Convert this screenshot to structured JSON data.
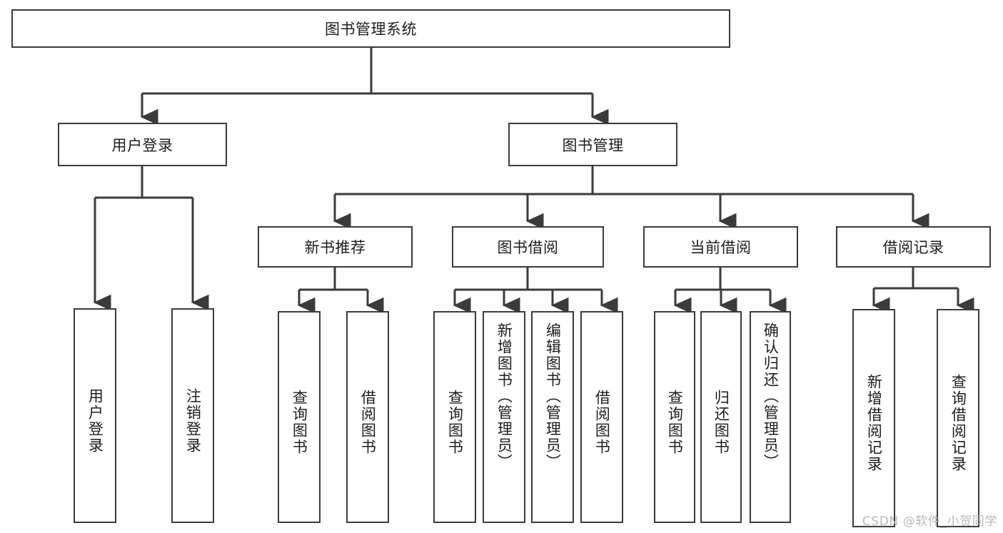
{
  "diagram": {
    "title": "图书管理系统",
    "type": "tree-hierarchy-diagram",
    "watermark": "CSDN @软件_小贺同学",
    "colors": {
      "background": "#fdfdfd",
      "box_fill": "#ffffff",
      "box_border": "#3b3b3d",
      "connector": "#3b3b3d",
      "text": "#1d1d1f",
      "watermark": "#b9b9bb"
    },
    "root": {
      "label": "图书管理系统"
    },
    "level2": [
      {
        "label": "用户登录"
      },
      {
        "label": "图书管理"
      }
    ],
    "level3": [
      {
        "label": "新书推荐"
      },
      {
        "label": "图书借阅"
      },
      {
        "label": "当前借阅"
      },
      {
        "label": "借阅记录"
      }
    ],
    "leaves": {
      "user_login": [
        {
          "label": "用户登录"
        },
        {
          "label": "注销登录"
        }
      ],
      "new_book": [
        {
          "label": "查询图书"
        },
        {
          "label": "借阅图书"
        }
      ],
      "book_borrow": [
        {
          "label": "查询图书"
        },
        {
          "label": "新增图书（管理员）"
        },
        {
          "label": "编辑图书（管理员）"
        },
        {
          "label": "借阅图书"
        }
      ],
      "current_borrow": [
        {
          "label": "查询图书"
        },
        {
          "label": "归还图书"
        },
        {
          "label": "确认归还（管理员）"
        }
      ],
      "borrow_record": [
        {
          "label": "新增借阅记录"
        },
        {
          "label": "查询借阅记录"
        }
      ]
    }
  }
}
